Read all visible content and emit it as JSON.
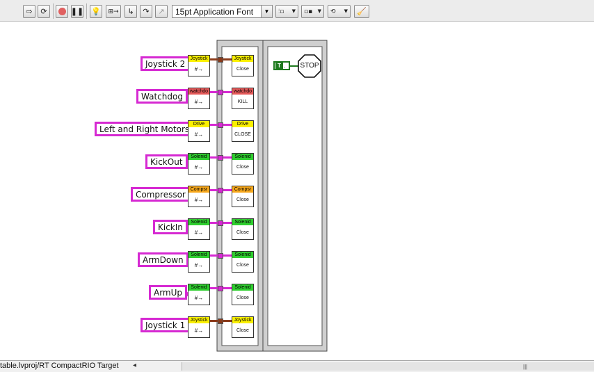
{
  "toolbar": {
    "font": "15pt Application Font"
  },
  "controls": [
    {
      "label": "Joystick 2",
      "top_text": "Joystick",
      "band": "#fbf000",
      "wire": "#8a3a1a",
      "end_text": "Close",
      "end_band": "#fbf000"
    },
    {
      "label": "Watchdog",
      "top_text": "watchdo",
      "band": "#e65a5a",
      "wire": "#d629d2",
      "end_text": "KILL",
      "end_band": "#e65a5a"
    },
    {
      "label": "Left and Right Motors",
      "top_text": "Drive",
      "band": "#fbf000",
      "wire": "#d629d2",
      "end_text": "CLOSE",
      "end_band": "#fbf000"
    },
    {
      "label": "KickOut",
      "top_text": "Solenid",
      "band": "#2fcf2f",
      "wire": "#d629d2",
      "end_text": "Close",
      "end_band": "#2fcf2f"
    },
    {
      "label": "Compressor",
      "top_text": "Compsr",
      "band": "#f7a81c",
      "wire": "#d629d2",
      "end_text": "Close",
      "end_band": "#f7a81c"
    },
    {
      "label": "KickIn",
      "top_text": "Solenid",
      "band": "#2fcf2f",
      "wire": "#d629d2",
      "end_text": "Close",
      "end_band": "#2fcf2f"
    },
    {
      "label": "ArmDown",
      "top_text": "Solenid",
      "band": "#2fcf2f",
      "wire": "#d629d2",
      "end_text": "Close",
      "end_band": "#2fcf2f"
    },
    {
      "label": "ArmUp",
      "top_text": "Solenid",
      "band": "#2fcf2f",
      "wire": "#d629d2",
      "end_text": "Close",
      "end_band": "#2fcf2f"
    },
    {
      "label": "Joystick 1",
      "top_text": "Joystick",
      "band": "#fbf000",
      "wire": "#8a3a1a",
      "end_text": "Close",
      "end_band": "#fbf000"
    }
  ],
  "loop": {
    "constant": "T",
    "stop": "STOP"
  },
  "status": {
    "path": "table.lvproj/RT CompactRIO Target"
  }
}
